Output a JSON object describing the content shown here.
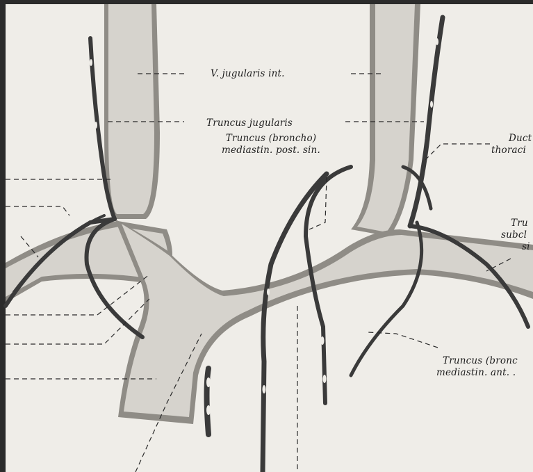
{
  "labels": {
    "v_jugularis": "V. jugularis int.",
    "truncus_jugularis": "Truncus jugularis",
    "broncho_post_1": "Truncus (broncho)",
    "broncho_post_2": "mediastin. post. sin.",
    "ductus_1": "Duct",
    "ductus_2": "thoraci",
    "subclavius_1": "Tru",
    "subclavius_2": "subcl",
    "subclavius_3": "si",
    "broncho_ant_1": "Truncus (bronc",
    "broncho_ant_2": "mediastin. ant. ."
  },
  "colors": {
    "frame": "#2b2b2b",
    "paper": "#efede8",
    "vein_fill": "#d6d3cd",
    "vein_edge": "#8f8c86",
    "vessel": "#3a3a3a",
    "leader": "#2a2a2a"
  }
}
